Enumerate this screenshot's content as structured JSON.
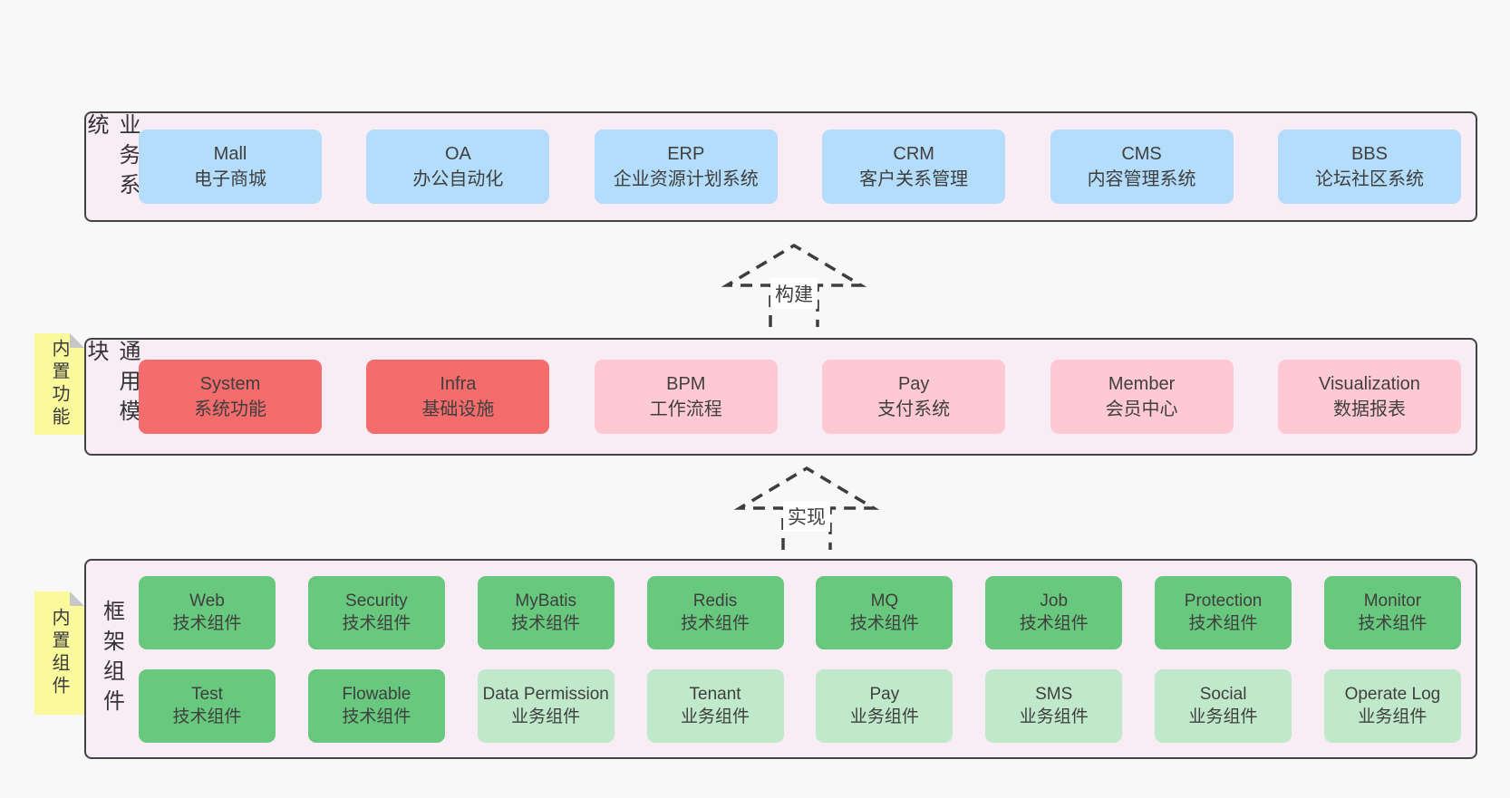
{
  "bands": {
    "business": {
      "label": "业务系统",
      "boxes": [
        {
          "title": "Mall",
          "subtitle": "电子商城"
        },
        {
          "title": "OA",
          "subtitle": "办公自动化"
        },
        {
          "title": "ERP",
          "subtitle": "企业资源计划系统"
        },
        {
          "title": "CRM",
          "subtitle": "客户关系管理"
        },
        {
          "title": "CMS",
          "subtitle": "内容管理系统"
        },
        {
          "title": "BBS",
          "subtitle": "论坛社区系统"
        }
      ]
    },
    "common": {
      "label": "通用模块",
      "sticky_note": "内置功能",
      "boxes": [
        {
          "title": "System",
          "subtitle": "系统功能"
        },
        {
          "title": "Infra",
          "subtitle": "基础设施"
        },
        {
          "title": "BPM",
          "subtitle": "工作流程"
        },
        {
          "title": "Pay",
          "subtitle": "支付系统"
        },
        {
          "title": "Member",
          "subtitle": "会员中心"
        },
        {
          "title": "Visualization",
          "subtitle": "数据报表"
        }
      ]
    },
    "framework": {
      "label": "框架组件",
      "sticky_note": "内置组件",
      "row1": [
        {
          "title": "Web",
          "subtitle": "技术组件"
        },
        {
          "title": "Security",
          "subtitle": "技术组件"
        },
        {
          "title": "MyBatis",
          "subtitle": "技术组件"
        },
        {
          "title": "Redis",
          "subtitle": "技术组件"
        },
        {
          "title": "MQ",
          "subtitle": "技术组件"
        },
        {
          "title": "Job",
          "subtitle": "技术组件"
        },
        {
          "title": "Protection",
          "subtitle": "技术组件"
        },
        {
          "title": "Monitor",
          "subtitle": "技术组件"
        }
      ],
      "row2": [
        {
          "title": "Test",
          "subtitle": "技术组件"
        },
        {
          "title": "Flowable",
          "subtitle": "技术组件"
        },
        {
          "title": "Data Permission",
          "subtitle": "业务组件"
        },
        {
          "title": "Tenant",
          "subtitle": "业务组件"
        },
        {
          "title": "Pay",
          "subtitle": "业务组件"
        },
        {
          "title": "SMS",
          "subtitle": "业务组件"
        },
        {
          "title": "Social",
          "subtitle": "业务组件"
        },
        {
          "title": "Operate Log",
          "subtitle": "业务组件"
        }
      ]
    }
  },
  "arrows": {
    "build": {
      "label": "构建"
    },
    "implement": {
      "label": "实现"
    }
  },
  "colors": {
    "page_bg": "#f8f8f8",
    "band_bg": "#f9edf5",
    "band_border": "#434343",
    "blue_box": "#b3ddfb",
    "red_box": "#f56c6c",
    "pink_box": "#ffc9d3",
    "green_box": "#68c87d",
    "light_green_box": "#c0e8ca",
    "sticky_yellow": "#fafa9d",
    "text": "#3f3f3f"
  }
}
